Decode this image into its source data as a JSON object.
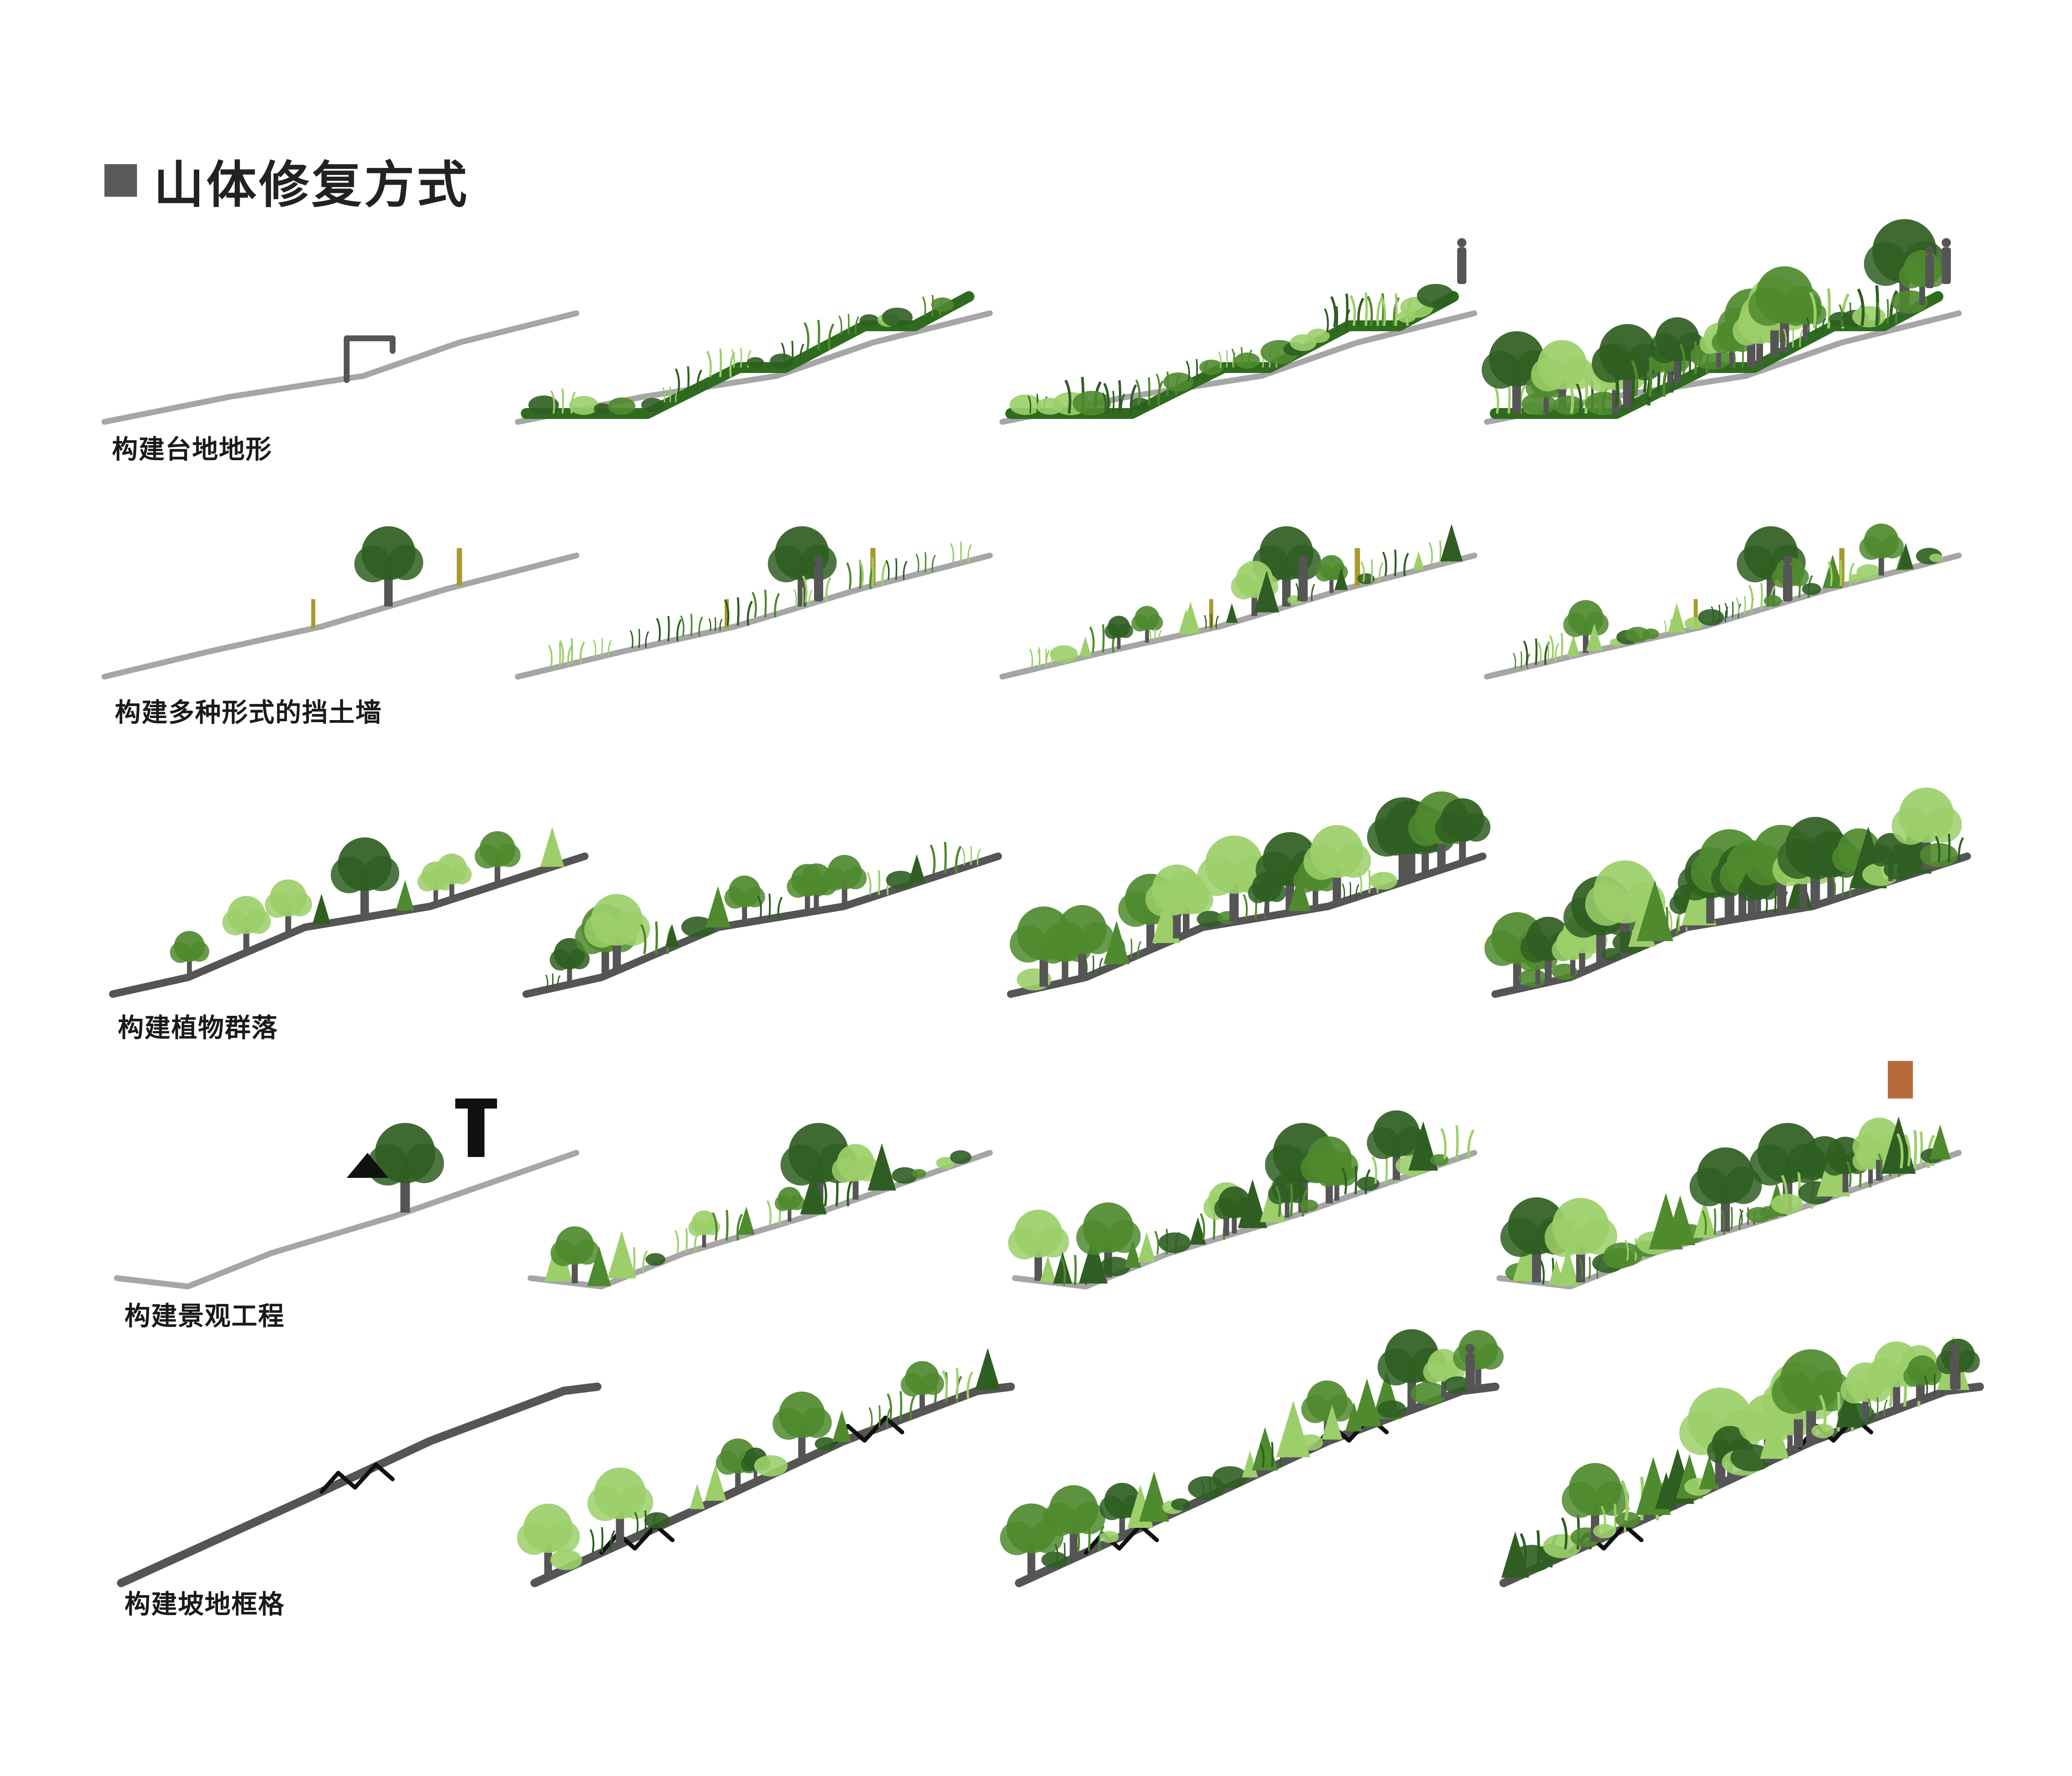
{
  "title": "山体修复方式",
  "colors": {
    "ground_light": "#a6a6a6",
    "ground_dark": "#555555",
    "terrace_green": "#2e6b1f",
    "plant_green": "#4f8a2e",
    "plant_dark": "#2f5e22",
    "plant_light": "#9ccf6a",
    "tree_trunk": "#555555",
    "post_color": "#a89a2a",
    "person": "#555555",
    "tower": "#b86b3a",
    "frame_black": "#111111"
  },
  "rows": [
    {
      "id": "terrace",
      "label": "构建台地地形"
    },
    {
      "id": "wall",
      "label": "构建多种形式的挡土墙"
    },
    {
      "id": "community",
      "label": "构建植物群落"
    },
    {
      "id": "landscape",
      "label": "构建景观工程"
    },
    {
      "id": "frame",
      "label": "构建坡地框格"
    }
  ]
}
